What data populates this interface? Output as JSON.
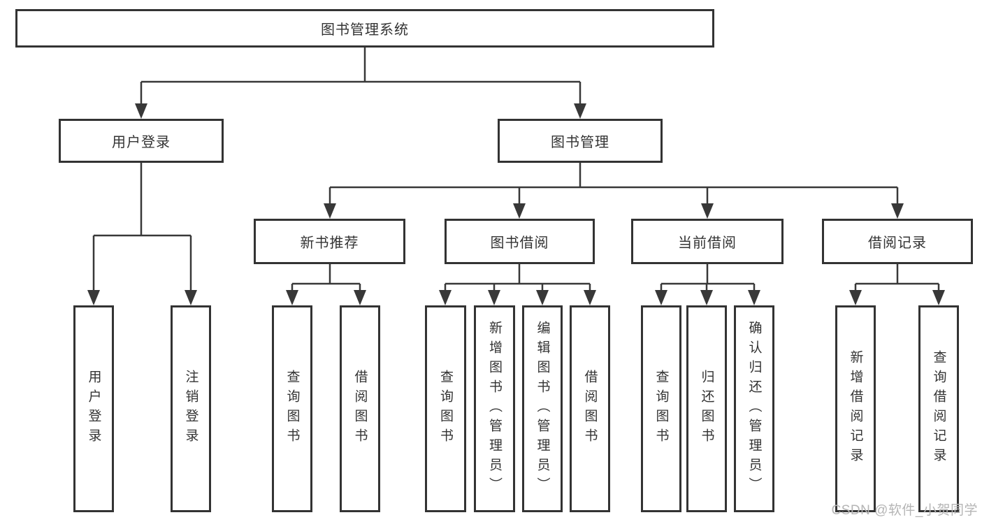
{
  "colors": {
    "line": "#383838",
    "border": "#333333",
    "text": "#333333",
    "background": "#ffffff",
    "watermark_text": "#b5b5b5"
  },
  "watermark": {
    "text": "CSDN @软件_小贺同学"
  },
  "tree": {
    "root": {
      "label": "图书管理系统",
      "children": [
        {
          "label": "用户登录",
          "children": [
            {
              "label": "用户登录"
            },
            {
              "label": "注销登录"
            }
          ]
        },
        {
          "label": "图书管理",
          "children": [
            {
              "label": "新书推荐",
              "children": [
                {
                  "label": "查询图书"
                },
                {
                  "label": "借阅图书"
                }
              ]
            },
            {
              "label": "图书借阅",
              "children": [
                {
                  "label": "查询图书"
                },
                {
                  "label": "新增图书（管理员）"
                },
                {
                  "label": "编辑图书（管理员）"
                },
                {
                  "label": "借阅图书"
                }
              ]
            },
            {
              "label": "当前借阅",
              "children": [
                {
                  "label": "查询图书"
                },
                {
                  "label": "归还图书"
                },
                {
                  "label": "确认归还（管理员）"
                }
              ]
            },
            {
              "label": "借阅记录",
              "children": [
                {
                  "label": "新增借阅记录"
                },
                {
                  "label": "查询借阅记录"
                }
              ]
            }
          ]
        }
      ]
    }
  }
}
